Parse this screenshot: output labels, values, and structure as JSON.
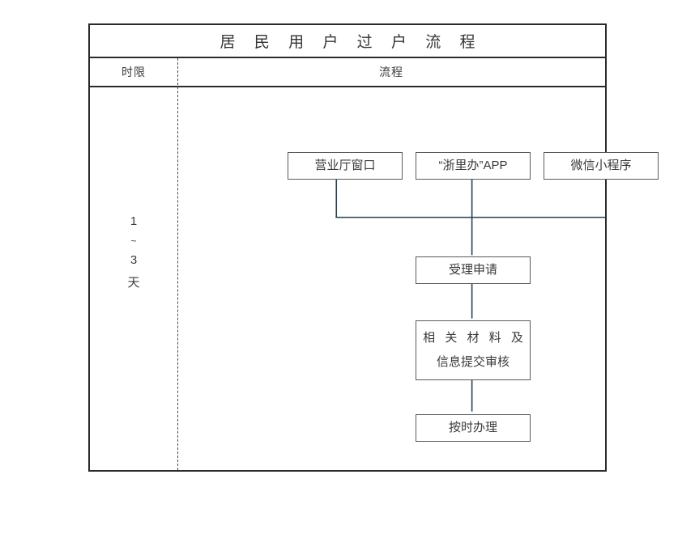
{
  "title": "居 民 用 户 过 户 流 程",
  "table": {
    "headers": {
      "time_limit": "时限",
      "flow": "流程"
    }
  },
  "duration": {
    "from": "1",
    "tilde": "~",
    "to": "3",
    "unit": "天"
  },
  "flow": {
    "sources": [
      {
        "id": "hall",
        "label": "营业厅窗口"
      },
      {
        "id": "app",
        "label": "“浙里办”APP"
      },
      {
        "id": "wechat",
        "label": "微信小程序"
      }
    ],
    "steps": [
      {
        "id": "accept",
        "label": "受理申请"
      },
      {
        "id": "review",
        "line1": "相 关 材 料 及",
        "line2": "信息提交审核"
      },
      {
        "id": "handle",
        "label": "按时办理"
      }
    ]
  },
  "colors": {
    "frame": "#2b2b2b",
    "box_border": "#5a5a5a",
    "connector": "#26414f",
    "divider": "#4a4a4a",
    "text": "#3a3a3a",
    "background": "#ffffff"
  },
  "chart_data": {
    "type": "diagram",
    "title": "居 民 用 户 过 户 流 程",
    "nodes": [
      {
        "id": "hall",
        "label": "营业厅窗口",
        "row": 0,
        "col": 0
      },
      {
        "id": "app",
        "label": "“浙里办”APP",
        "row": 0,
        "col": 1
      },
      {
        "id": "wechat",
        "label": "微信小程序",
        "row": 0,
        "col": 2
      },
      {
        "id": "accept",
        "label": "受理申请",
        "row": 1,
        "col": 1
      },
      {
        "id": "review",
        "label": "相关材料及信息提交审核",
        "row": 2,
        "col": 1
      },
      {
        "id": "handle",
        "label": "按时办理",
        "row": 3,
        "col": 1
      }
    ],
    "edges": [
      {
        "from": "hall",
        "to": "accept"
      },
      {
        "from": "app",
        "to": "accept"
      },
      {
        "from": "wechat",
        "to": "accept"
      },
      {
        "from": "accept",
        "to": "review"
      },
      {
        "from": "review",
        "to": "handle"
      }
    ],
    "time_limit": "1~3 天"
  }
}
